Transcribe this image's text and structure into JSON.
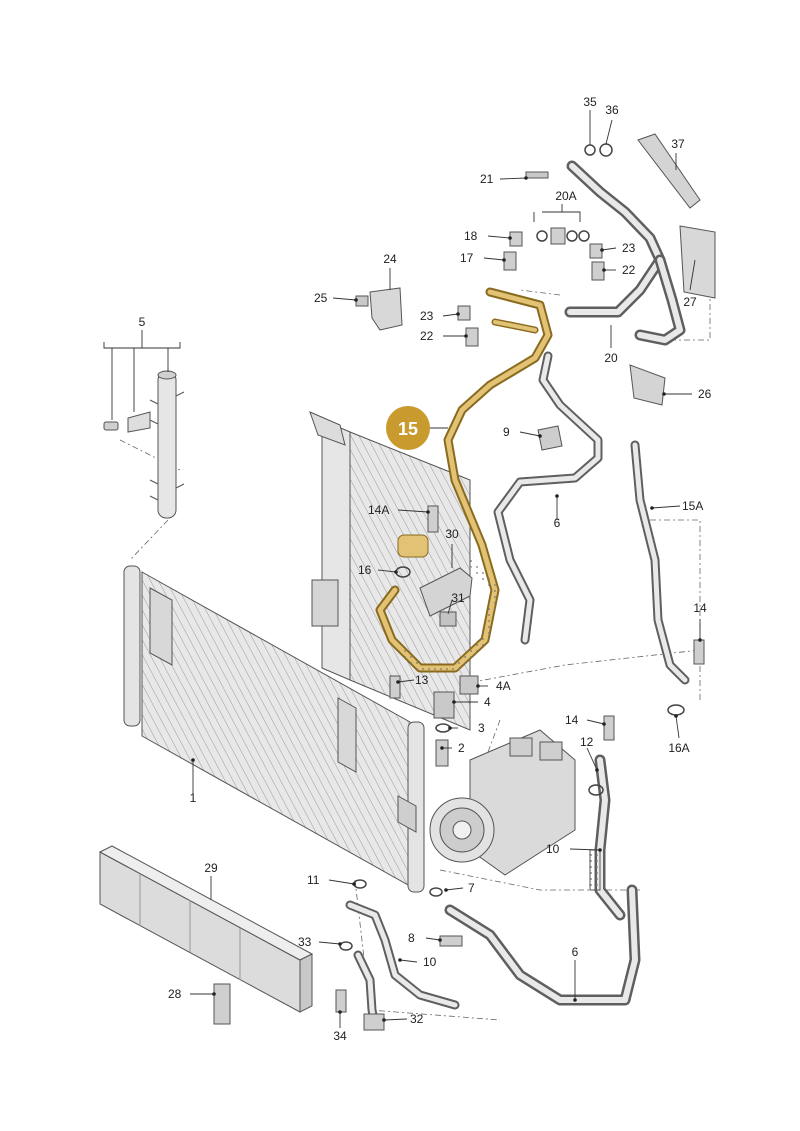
{
  "callouts": {
    "c1": "1",
    "c2": "2",
    "c3": "3",
    "c4": "4",
    "c4a": "4A",
    "c5": "5",
    "c6a": "6",
    "c6b": "6",
    "c7": "7",
    "c8": "8",
    "c9": "9",
    "c10a": "10",
    "c10b": "10",
    "c11": "11",
    "c12": "12",
    "c13": "13",
    "c14": "14",
    "c14b": "14",
    "c14a": "14A",
    "c15a": "15A",
    "c16": "16",
    "c16a": "16A",
    "c17": "17",
    "c18": "18",
    "c20": "20",
    "c20a": "20A",
    "c21": "21",
    "c22a": "22",
    "c22b": "22",
    "c23a": "23",
    "c23b": "23",
    "c24": "24",
    "c25": "25",
    "c26": "26",
    "c27": "27",
    "c28": "28",
    "c29": "29",
    "c30": "30",
    "c31": "31",
    "c32": "32",
    "c33": "33",
    "c34": "34",
    "c35": "35",
    "c36": "36",
    "c37": "37"
  },
  "highlight": {
    "label": "15",
    "color": "#c99a2e"
  }
}
